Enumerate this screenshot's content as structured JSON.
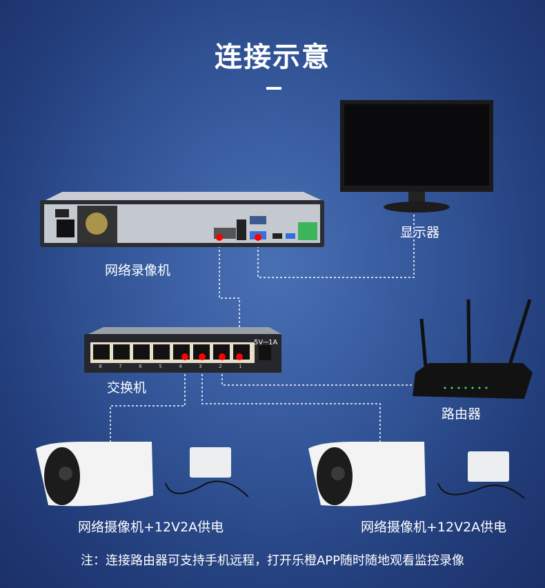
{
  "title": "连接示意",
  "devices": {
    "nvr": "网络录像机",
    "monitor": "显示器",
    "switch": "交换机",
    "switch_power": "5V⎓1A",
    "switch_ports": [
      "8",
      "7",
      "6",
      "5",
      "4",
      "3",
      "2",
      "1"
    ],
    "router": "路由器",
    "camera_left": "网络摄像机+12V2A供电",
    "camera_right": "网络摄像机+12V2A供电"
  },
  "note": "注：连接路由器可支持手机远程，打开乐橙APP随时随地观看监控录像",
  "colors": {
    "port_marker": "#ff0000",
    "connector": "#ffffff"
  }
}
